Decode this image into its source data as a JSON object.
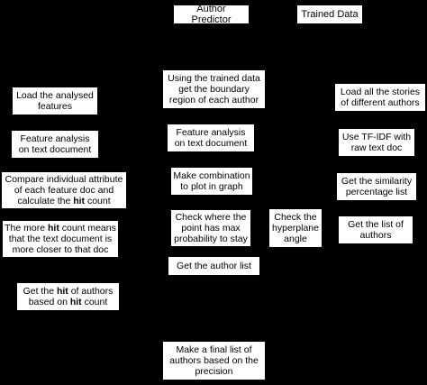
{
  "headers": {
    "author_predictor": "Author Predictor",
    "trained_data": "Trained Data"
  },
  "left_column": [
    {
      "id": "load-analysed",
      "lines": [
        "Load the analysed",
        "features"
      ]
    },
    {
      "id": "feature-analysis-left",
      "lines": [
        "Feature analysis",
        "on text document"
      ]
    },
    {
      "id": "compare-attributes",
      "lines": [
        "Compare individual attribute",
        "of each feature doc and",
        "calculate the hit count"
      ]
    },
    {
      "id": "hit-count-meaning",
      "lines": [
        "The more hit count means",
        "that the text document is",
        "more closer to that doc"
      ]
    },
    {
      "id": "get-hit-authors",
      "lines": [
        "Get the hit of authors",
        "based on hit count"
      ]
    }
  ],
  "middle_column": [
    {
      "id": "boundary-region",
      "lines": [
        "Using the trained data",
        "get the boundary",
        "region of each author"
      ]
    },
    {
      "id": "feature-analysis-mid",
      "lines": [
        "Feature analysis",
        "on text document"
      ]
    },
    {
      "id": "make-combination",
      "lines": [
        "Make combination",
        "to plot in graph"
      ]
    },
    {
      "id": "check-point",
      "lines": [
        "Check where the",
        "point has max",
        "probability to stay"
      ]
    },
    {
      "id": "get-author-list",
      "lines": [
        "Get the author list"
      ]
    },
    {
      "id": "final-list",
      "lines": [
        "Make a final list of",
        "authors based on the",
        "precision"
      ]
    }
  ],
  "hyperplane": {
    "id": "check-hyperplane",
    "lines": [
      "Check the",
      "hyperplane",
      "angle"
    ]
  },
  "right_column": [
    {
      "id": "load-stories",
      "lines": [
        "Load all the stories",
        "of different authors"
      ]
    },
    {
      "id": "tfidf",
      "lines": [
        "Use TF-IDF with",
        "raw text doc"
      ]
    },
    {
      "id": "similarity",
      "lines": [
        "Get the similarity",
        "percentage list"
      ]
    },
    {
      "id": "list-authors",
      "lines": [
        "Get the list of",
        "authors"
      ]
    }
  ]
}
